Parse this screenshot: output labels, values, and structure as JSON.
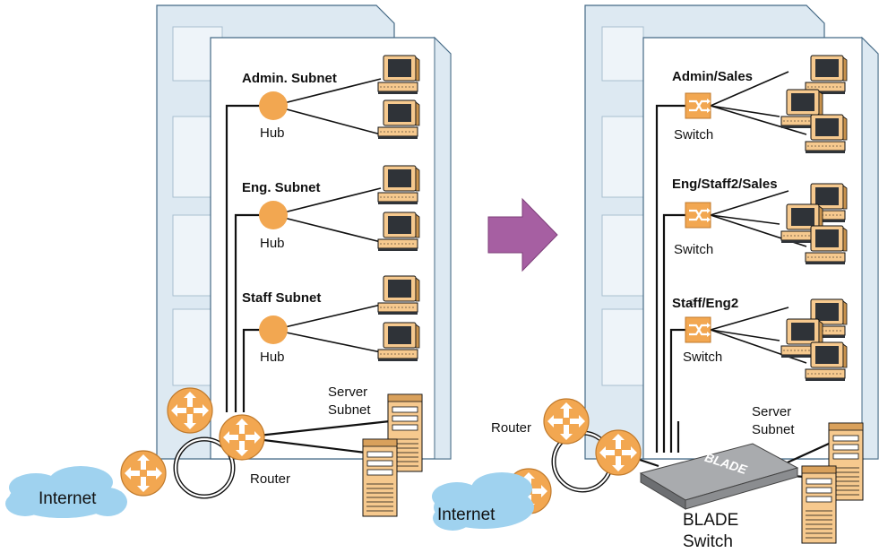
{
  "left": {
    "subnets": [
      {
        "name": "Admin. Subnet",
        "device": "Hub"
      },
      {
        "name": "Eng. Subnet",
        "device": "Hub"
      },
      {
        "name": "Staff Subnet",
        "device": "Hub"
      }
    ],
    "server_label_1": "Server",
    "server_label_2": "Subnet",
    "router_label": "Router",
    "internet_label": "Internet"
  },
  "right": {
    "subnets": [
      {
        "name": "Admin/Sales",
        "device": "Switch"
      },
      {
        "name": "Eng/Staff2/Sales",
        "device": "Switch"
      },
      {
        "name": "Staff/Eng2",
        "device": "Switch"
      }
    ],
    "server_label_1": "Server",
    "server_label_2": "Subnet",
    "router_label": "Router",
    "internet_label": "Internet",
    "blade_label_1": "BLADE",
    "blade_label_2": "Switch",
    "blade_logo": "BLADE"
  },
  "colors": {
    "building": "#dde9f2",
    "building_edge": "#456a86",
    "router": "#f2a751",
    "arrow": "#a65fa2",
    "cloud": "#9fd2ef"
  },
  "icons": [
    "router-icon",
    "hub-icon",
    "switch-icon",
    "computer-icon",
    "server-icon",
    "cloud-icon",
    "arrow-icon"
  ]
}
